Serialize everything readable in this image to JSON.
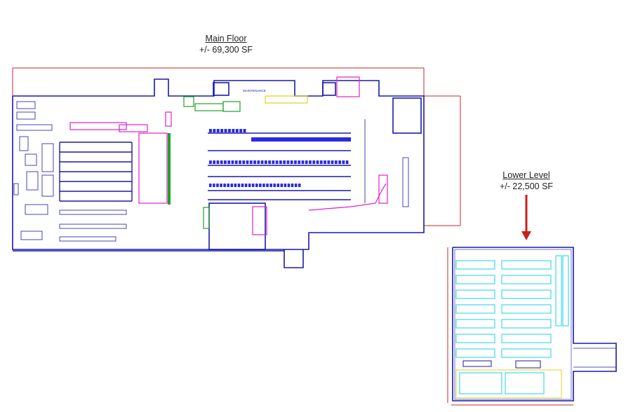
{
  "main_floor": {
    "title": "Main Floor",
    "area": "+/- 69,300 SF",
    "labels": {
      "maintenance": "MAINTENANCE"
    }
  },
  "lower_level": {
    "title": "Lower Level",
    "area": "+/- 22,500 SF"
  },
  "colors": {
    "wall": "#1a1aa8",
    "dimension": "#c0282b",
    "rack_main": "#2a2ae0",
    "rack_lower": "#19d0e8",
    "accent_magenta": "#e020c8",
    "accent_green": "#22a028",
    "arrow": "#c8201e"
  },
  "icons": {
    "pointer": "arrow-down-icon"
  }
}
